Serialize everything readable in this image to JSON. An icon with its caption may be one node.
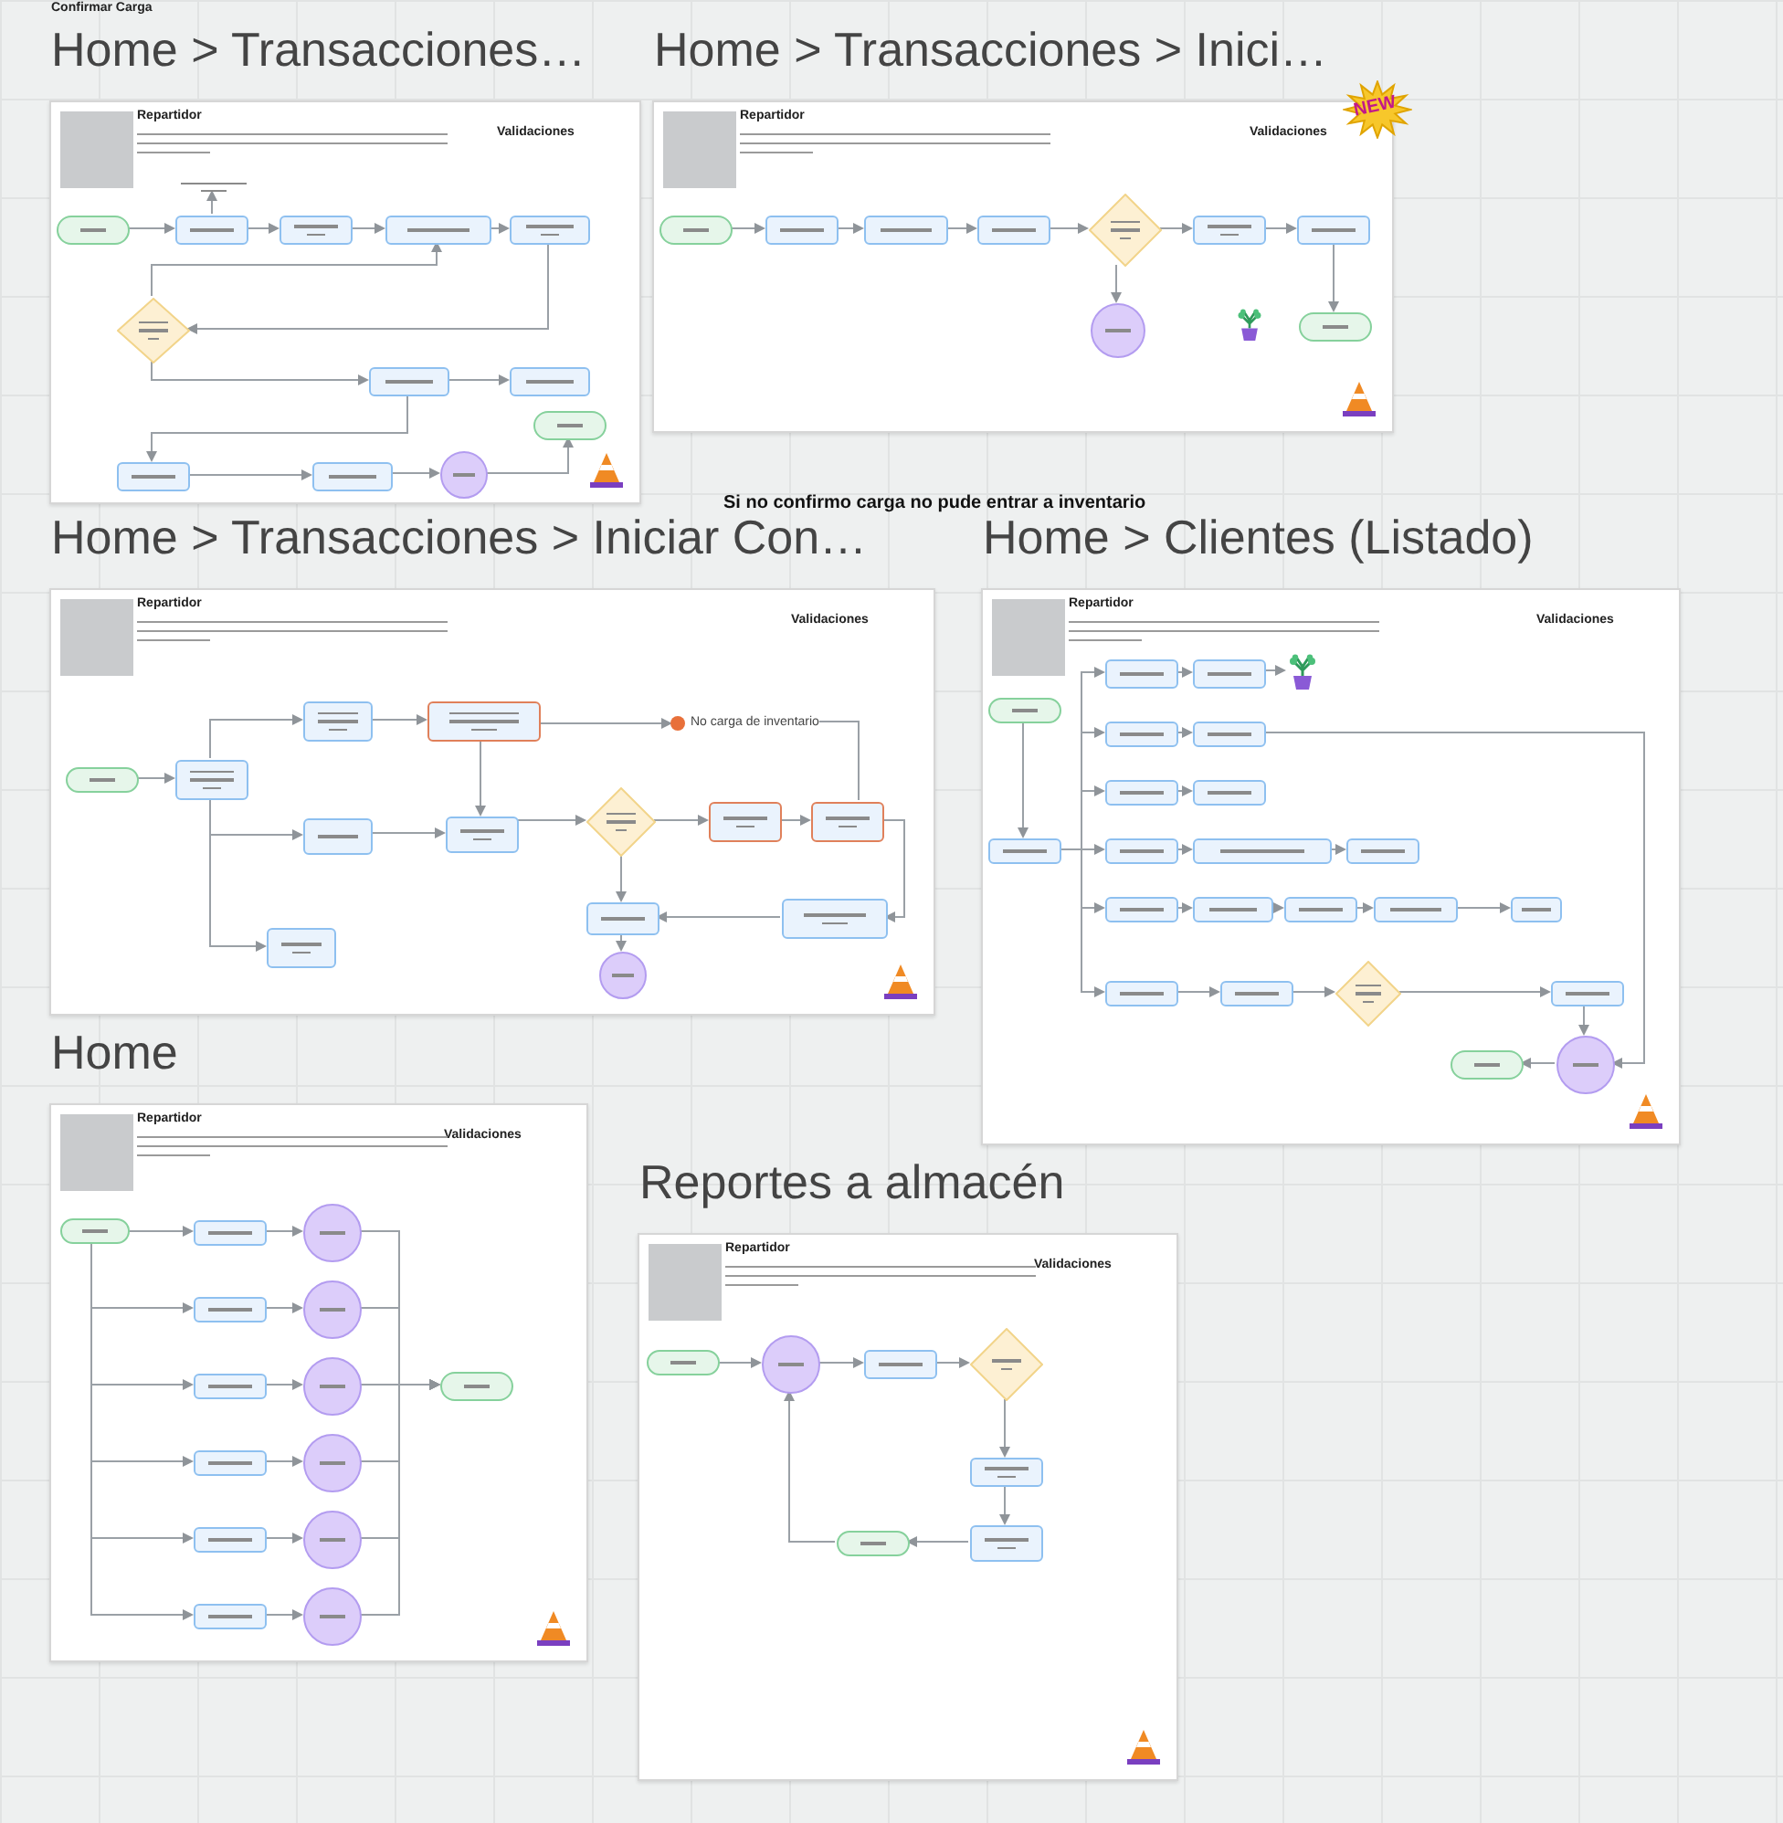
{
  "diagram": {
    "nodes": [
      {
        "text": [
          "Home > Transacciones…",
          "Repartidor",
          "Validaciones"
        ]
      },
      {
        "text": [],
        "shape": "note",
        "in": 0
      },
      {
        "text": [],
        "shape": "pill",
        "in": 0
      },
      {
        "text": [],
        "shape": "box",
        "in": 0
      },
      {
        "text": [],
        "shape": "box",
        "in": 0
      },
      {
        "text": [],
        "shape": "box",
        "in": 0
      },
      {
        "text": [],
        "shape": "box",
        "in": 0
      },
      {
        "text": [],
        "shape": "diamond",
        "in": 0
      },
      {
        "text": [],
        "shape": "box",
        "in": 0
      },
      {
        "text": [],
        "shape": "box",
        "in": 0
      },
      {
        "text": [],
        "shape": "pill",
        "in": 0
      },
      {
        "text": [],
        "shape": "box",
        "in": 0
      },
      {
        "text": [],
        "shape": "box",
        "in": 0
      },
      {
        "text": [],
        "shape": "circle",
        "in": 0
      },
      {
        "text": [
          "Home > Transacciones > Inici…",
          "Repartidor",
          "Validaciones"
        ]
      },
      {
        "text": [],
        "shape": "pill",
        "in": 14
      },
      {
        "text": [],
        "shape": "box",
        "in": 14
      },
      {
        "text": [],
        "shape": "box",
        "in": 14
      },
      {
        "text": [],
        "shape": "box",
        "in": 14
      },
      {
        "text": [],
        "shape": "diamond",
        "in": 14
      },
      {
        "text": [],
        "shape": "box",
        "in": 14
      },
      {
        "text": [],
        "shape": "box",
        "in": 14
      },
      {
        "text": [],
        "shape": "circle",
        "in": 14
      },
      {
        "text": [],
        "shape": "pill",
        "in": 14
      },
      {
        "text": [
          "Home > Transacciones > Iniciar Con…",
          "Repartidor",
          "Validaciones"
        ]
      },
      {
        "text": [],
        "shape": "box",
        "in": 24
      },
      {
        "text": [],
        "shape": "box",
        "in": 24
      },
      {
        "text": [
          "No carga de inventario"
        ],
        "in": 24
      },
      {
        "text": [],
        "shape": "pill",
        "in": 24
      },
      {
        "text": [],
        "shape": "box",
        "in": 24
      },
      {
        "text": [],
        "shape": "diamond",
        "in": 24
      },
      {
        "text": [],
        "shape": "box",
        "in": 24
      },
      {
        "text": [],
        "shape": "box",
        "in": 24
      },
      {
        "text": [],
        "shape": "box",
        "in": 24
      },
      {
        "text": [],
        "shape": "box",
        "in": 24
      },
      {
        "text": [],
        "shape": "box",
        "in": 24
      },
      {
        "text": [],
        "shape": "box",
        "in": 24
      },
      {
        "text": [],
        "shape": "box",
        "in": 24
      },
      {
        "text": [],
        "shape": "circle",
        "in": 24
      },
      {
        "text": [
          "Home > Clientes (Listado)",
          "Repartidor",
          "Validaciones"
        ]
      },
      {
        "text": [],
        "shape": "box",
        "in": 39
      },
      {
        "text": [],
        "shape": "box",
        "in": 39
      },
      {
        "text": [],
        "shape": "picture",
        "in": 39
      },
      {
        "text": [],
        "shape": "pill",
        "in": 39
      },
      {
        "text": [],
        "shape": "box",
        "in": 39
      },
      {
        "text": [],
        "shape": "box",
        "in": 39
      },
      {
        "text": [],
        "shape": "box",
        "in": 39
      },
      {
        "text": [],
        "shape": "box",
        "in": 39
      },
      {
        "text": [],
        "shape": "box",
        "in": 39
      },
      {
        "text": [],
        "shape": "box",
        "in": 39
      },
      {
        "text": [],
        "shape": "box",
        "in": 39
      },
      {
        "text": [],
        "shape": "box",
        "in": 39
      },
      {
        "text": [],
        "shape": "box",
        "in": 39
      },
      {
        "text": [],
        "shape": "box",
        "in": 39
      },
      {
        "text": [],
        "shape": "box",
        "in": 39
      },
      {
        "text": [],
        "shape": "box",
        "in": 39
      },
      {
        "text": [],
        "shape": "box",
        "in": 39
      },
      {
        "text": [],
        "shape": "box",
        "in": 39
      },
      {
        "text": [],
        "shape": "box",
        "in": 39
      },
      {
        "text": [],
        "shape": "diamond",
        "in": 39
      },
      {
        "text": [],
        "shape": "box",
        "in": 39
      },
      {
        "text": [],
        "shape": "circle",
        "in": 39
      },
      {
        "text": [],
        "shape": "pill",
        "in": 39
      },
      {
        "text": [
          "Home",
          "Repartidor",
          "Validaciones"
        ]
      },
      {
        "text": [],
        "shape": "pill",
        "in": 63
      },
      {
        "text": [],
        "shape": "box",
        "in": 63
      },
      {
        "text": [],
        "shape": "circle",
        "in": 63
      },
      {
        "text": [],
        "shape": "box",
        "in": 63
      },
      {
        "text": [],
        "shape": "circle",
        "in": 63
      },
      {
        "text": [],
        "shape": "box",
        "in": 63
      },
      {
        "text": [],
        "shape": "circle",
        "in": 63
      },
      {
        "text": [],
        "shape": "pill",
        "in": 63
      },
      {
        "text": [],
        "shape": "box",
        "in": 63
      },
      {
        "text": [],
        "shape": "circle",
        "in": 63
      },
      {
        "text": [],
        "shape": "box",
        "in": 63
      },
      {
        "text": [],
        "shape": "circle",
        "in": 63
      },
      {
        "text": [],
        "shape": "box",
        "in": 63
      },
      {
        "text": [],
        "shape": "circle",
        "in": 63
      },
      {
        "text": [
          "Reportes a almacén",
          "Repartidor",
          "Validaciones"
        ]
      },
      {
        "text": [],
        "shape": "pill",
        "in": 78
      },
      {
        "text": [],
        "shape": "circle",
        "in": 78
      },
      {
        "text": [],
        "shape": "box",
        "in": 78
      },
      {
        "text": [],
        "shape": "diamond",
        "in": 78
      },
      {
        "text": [],
        "shape": "box",
        "in": 78
      },
      {
        "text": [],
        "shape": "pill",
        "in": 78
      },
      {
        "text": [],
        "shape": "box",
        "in": 78
      }
    ],
    "edges": [
      {
        "from": 2,
        "to": 3,
        "arrow": "to"
      },
      {
        "from": 3,
        "to": 4,
        "arrow": "to"
      },
      {
        "from": 4,
        "to": 5,
        "arrow": "to"
      },
      {
        "from": 5,
        "to": 6,
        "arrow": "to"
      },
      {
        "from": 3,
        "to": 1,
        "arrow": "to"
      },
      {
        "from": 6,
        "to": 7,
        "arrow": "to"
      },
      {
        "from": 7,
        "to": 5,
        "arrow": "to"
      },
      {
        "from": 7,
        "to": 8,
        "arrow": "to"
      },
      {
        "from": 8,
        "to": 9,
        "arrow": "to"
      },
      {
        "from": 8,
        "to": 11,
        "arrow": "to"
      },
      {
        "from": 11,
        "to": 12,
        "arrow": "to"
      },
      {
        "from": 12,
        "to": 13,
        "arrow": "to"
      },
      {
        "from": 13,
        "to": 10,
        "arrow": "to"
      },
      {
        "from": 15,
        "to": 16,
        "arrow": "to"
      },
      {
        "from": 16,
        "to": 17,
        "arrow": "to"
      },
      {
        "from": 17,
        "to": 18,
        "arrow": "to"
      },
      {
        "from": 18,
        "to": 19,
        "arrow": "to"
      },
      {
        "from": 19,
        "to": 20,
        "arrow": "to"
      },
      {
        "from": 20,
        "to": 21,
        "arrow": "to"
      },
      {
        "from": 19,
        "to": 22,
        "arrow": "to"
      },
      {
        "from": 21,
        "to": 23,
        "arrow": "to"
      },
      {
        "from": 28,
        "to": 29,
        "arrow": "to"
      },
      {
        "from": 29,
        "to": 25,
        "arrow": "to"
      },
      {
        "from": 25,
        "to": 26,
        "arrow": "to"
      },
      {
        "from": 26,
        "to": 27,
        "arrow": "to"
      },
      {
        "from": 27,
        "to": 32,
        "arrow": "none"
      },
      {
        "from": 26,
        "to": 34,
        "arrow": "to"
      },
      {
        "from": 29,
        "to": 33,
        "arrow": "to"
      },
      {
        "from": 33,
        "to": 34,
        "arrow": "to"
      },
      {
        "from": 29,
        "to": 37,
        "arrow": "to"
      },
      {
        "from": 34,
        "to": 30,
        "arrow": "to"
      },
      {
        "from": 30,
        "to": 31,
        "arrow": "to"
      },
      {
        "from": 31,
        "to": 32,
        "arrow": "to"
      },
      {
        "from": 32,
        "to": 35,
        "arrow": "to"
      },
      {
        "from": 35,
        "to": 36,
        "arrow": "to"
      },
      {
        "from": 30,
        "to": 36,
        "arrow": "to"
      },
      {
        "from": 36,
        "to": 38,
        "arrow": "to"
      },
      {
        "from": 43,
        "to": 48,
        "arrow": "to"
      },
      {
        "from": 48,
        "to": 40,
        "arrow": "to"
      },
      {
        "from": 48,
        "to": 44,
        "arrow": "to"
      },
      {
        "from": 48,
        "to": 46,
        "arrow": "to"
      },
      {
        "from": 48,
        "to": 49,
        "arrow": "to"
      },
      {
        "from": 48,
        "to": 52,
        "arrow": "to"
      },
      {
        "from": 48,
        "to": 57,
        "arrow": "to"
      },
      {
        "from": 40,
        "to": 41,
        "arrow": "to"
      },
      {
        "from": 41,
        "to": 42,
        "arrow": "to"
      },
      {
        "from": 44,
        "to": 45,
        "arrow": "to"
      },
      {
        "from": 45,
        "to": 61,
        "arrow": "to"
      },
      {
        "from": 46,
        "to": 47,
        "arrow": "to"
      },
      {
        "from": 49,
        "to": 50,
        "arrow": "to"
      },
      {
        "from": 50,
        "to": 51,
        "arrow": "to"
      },
      {
        "from": 52,
        "to": 53,
        "arrow": "to"
      },
      {
        "from": 53,
        "to": 54,
        "arrow": "to"
      },
      {
        "from": 54,
        "to": 55,
        "arrow": "to"
      },
      {
        "from": 55,
        "to": 56,
        "arrow": "to"
      },
      {
        "from": 57,
        "to": 58,
        "arrow": "to"
      },
      {
        "from": 58,
        "to": 59,
        "arrow": "to"
      },
      {
        "from": 59,
        "to": 60,
        "arrow": "to"
      },
      {
        "from": 60,
        "to": 61,
        "arrow": "to"
      },
      {
        "from": 61,
        "to": 62,
        "arrow": "to"
      },
      {
        "from": 64,
        "to": 65,
        "arrow": "to"
      },
      {
        "from": 64,
        "to": 67,
        "arrow": "to"
      },
      {
        "from": 64,
        "to": 69,
        "arrow": "to"
      },
      {
        "from": 64,
        "to": 72,
        "arrow": "to"
      },
      {
        "from": 64,
        "to": 74,
        "arrow": "to"
      },
      {
        "from": 64,
        "to": 76,
        "arrow": "to"
      },
      {
        "from": 65,
        "to": 66,
        "arrow": "to"
      },
      {
        "from": 67,
        "to": 68,
        "arrow": "to"
      },
      {
        "from": 69,
        "to": 70,
        "arrow": "to"
      },
      {
        "from": 72,
        "to": 73,
        "arrow": "to"
      },
      {
        "from": 74,
        "to": 75,
        "arrow": "to"
      },
      {
        "from": 76,
        "to": 77,
        "arrow": "to"
      },
      {
        "from": 66,
        "to": 71,
        "arrow": "to"
      },
      {
        "from": 68,
        "to": 71,
        "arrow": "to"
      },
      {
        "from": 70,
        "to": 71,
        "arrow": "to"
      },
      {
        "from": 73,
        "to": 71,
        "arrow": "to"
      },
      {
        "from": 75,
        "to": 71,
        "arrow": "to"
      },
      {
        "from": 77,
        "to": 71,
        "arrow": "to"
      },
      {
        "from": 79,
        "to": 80,
        "arrow": "to"
      },
      {
        "from": 80,
        "to": 81,
        "arrow": "to"
      },
      {
        "from": 81,
        "to": 82,
        "arrow": "to"
      },
      {
        "from": 82,
        "to": 83,
        "arrow": "to"
      },
      {
        "from": 83,
        "to": 85,
        "arrow": "to"
      },
      {
        "from": 85,
        "to": 84,
        "arrow": "to"
      },
      {
        "from": 84,
        "to": 80,
        "arrow": "to"
      }
    ],
    "labels": [
      "Confirmar Carga",
      "NEW",
      "Si no confirmo carga no pude entrar a inventario"
    ]
  }
}
